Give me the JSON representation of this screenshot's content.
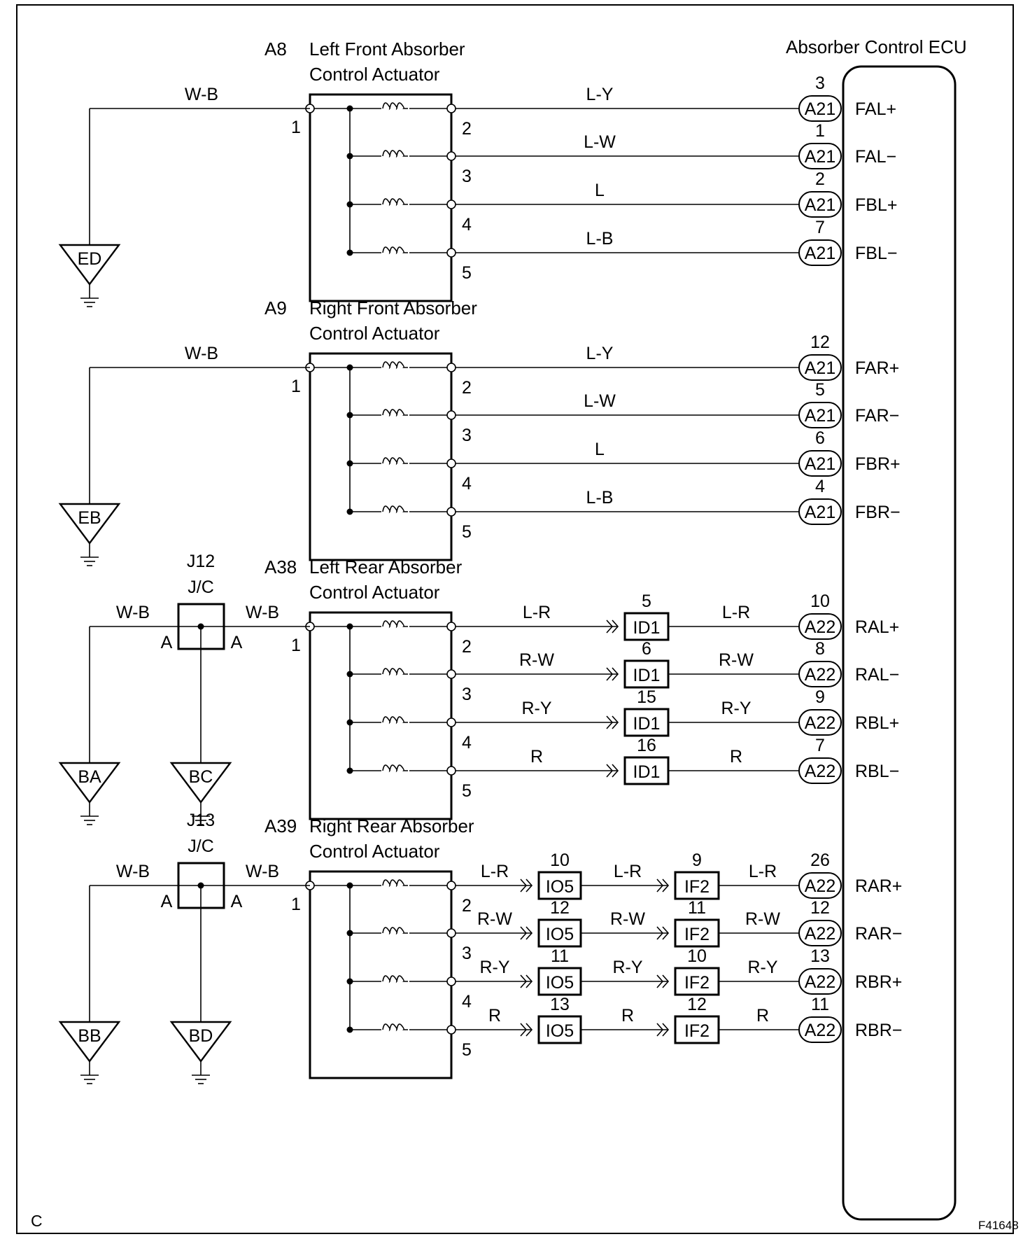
{
  "ecu": {
    "title": "Absorber Control ECU"
  },
  "actuators": [
    {
      "id": "A8",
      "name_line1": "Left Front Absorber",
      "name_line2": "Control Actuator",
      "pins": [
        "1",
        "2",
        "3",
        "4",
        "5"
      ],
      "ground_wire_color": "W-B",
      "ground": "ED",
      "signals": [
        {
          "wire": "L-Y",
          "ecu_connector": "A21",
          "ecu_pin": "3",
          "terminal": "FAL+"
        },
        {
          "wire": "L-W",
          "ecu_connector": "A21",
          "ecu_pin": "1",
          "terminal": "FAL−"
        },
        {
          "wire": "L",
          "ecu_connector": "A21",
          "ecu_pin": "2",
          "terminal": "FBL+"
        },
        {
          "wire": "L-B",
          "ecu_connector": "A21",
          "ecu_pin": "7",
          "terminal": "FBL−"
        }
      ]
    },
    {
      "id": "A9",
      "name_line1": "Right Front Absorber",
      "name_line2": "Control Actuator",
      "pins": [
        "1",
        "2",
        "3",
        "4",
        "5"
      ],
      "ground_wire_color": "W-B",
      "ground": "EB",
      "signals": [
        {
          "wire": "L-Y",
          "ecu_connector": "A21",
          "ecu_pin": "12",
          "terminal": "FAR+"
        },
        {
          "wire": "L-W",
          "ecu_connector": "A21",
          "ecu_pin": "5",
          "terminal": "FAR−"
        },
        {
          "wire": "L",
          "ecu_connector": "A21",
          "ecu_pin": "6",
          "terminal": "FBR+"
        },
        {
          "wire": "L-B",
          "ecu_connector": "A21",
          "ecu_pin": "4",
          "terminal": "FBR−"
        }
      ]
    },
    {
      "id": "A38",
      "name_line1": "Left Rear Absorber",
      "name_line2": "Control Actuator",
      "pins": [
        "1",
        "2",
        "3",
        "4",
        "5"
      ],
      "junction": {
        "id": "J12",
        "type": "J/C",
        "pin_left": "A",
        "pin_right": "A",
        "wire_left": "W-B",
        "wire_right": "W-B",
        "ground_left": "BA",
        "ground_center": "BC"
      },
      "signals": [
        {
          "wire1": "L-R",
          "conn1": "ID1",
          "conn1_pin": "5",
          "wire2": "L-R",
          "ecu_connector": "A22",
          "ecu_pin": "10",
          "terminal": "RAL+"
        },
        {
          "wire1": "R-W",
          "conn1": "ID1",
          "conn1_pin": "6",
          "wire2": "R-W",
          "ecu_connector": "A22",
          "ecu_pin": "8",
          "terminal": "RAL−"
        },
        {
          "wire1": "R-Y",
          "conn1": "ID1",
          "conn1_pin": "15",
          "wire2": "R-Y",
          "ecu_connector": "A22",
          "ecu_pin": "9",
          "terminal": "RBL+"
        },
        {
          "wire1": "R",
          "conn1": "ID1",
          "conn1_pin": "16",
          "wire2": "R",
          "ecu_connector": "A22",
          "ecu_pin": "7",
          "terminal": "RBL−"
        }
      ]
    },
    {
      "id": "A39",
      "name_line1": "Right Rear Absorber",
      "name_line2": "Control Actuator",
      "pins": [
        "1",
        "2",
        "3",
        "4",
        "5"
      ],
      "junction": {
        "id": "J13",
        "type": "J/C",
        "pin_left": "A",
        "pin_right": "A",
        "wire_left": "W-B",
        "wire_right": "W-B",
        "ground_left": "BB",
        "ground_center": "BD"
      },
      "signals": [
        {
          "wire1": "L-R",
          "conn1": "IO5",
          "conn1_pin": "10",
          "wire2": "L-R",
          "conn2": "IF2",
          "conn2_pin": "9",
          "wire3": "L-R",
          "ecu_connector": "A22",
          "ecu_pin": "26",
          "terminal": "RAR+"
        },
        {
          "wire1": "R-W",
          "conn1": "IO5",
          "conn1_pin": "12",
          "wire2": "R-W",
          "conn2": "IF2",
          "conn2_pin": "11",
          "wire3": "R-W",
          "ecu_connector": "A22",
          "ecu_pin": "12",
          "terminal": "RAR−"
        },
        {
          "wire1": "R-Y",
          "conn1": "IO5",
          "conn1_pin": "11",
          "wire2": "R-Y",
          "conn2": "IF2",
          "conn2_pin": "10",
          "wire3": "R-Y",
          "ecu_connector": "A22",
          "ecu_pin": "13",
          "terminal": "RBR+"
        },
        {
          "wire1": "R",
          "conn1": "IO5",
          "conn1_pin": "13",
          "wire2": "R",
          "conn2": "IF2",
          "conn2_pin": "12",
          "wire3": "R",
          "ecu_connector": "A22",
          "ecu_pin": "11",
          "terminal": "RBR−"
        }
      ]
    }
  ],
  "footer": {
    "corner_label": "C",
    "figure_code": "F41648"
  }
}
